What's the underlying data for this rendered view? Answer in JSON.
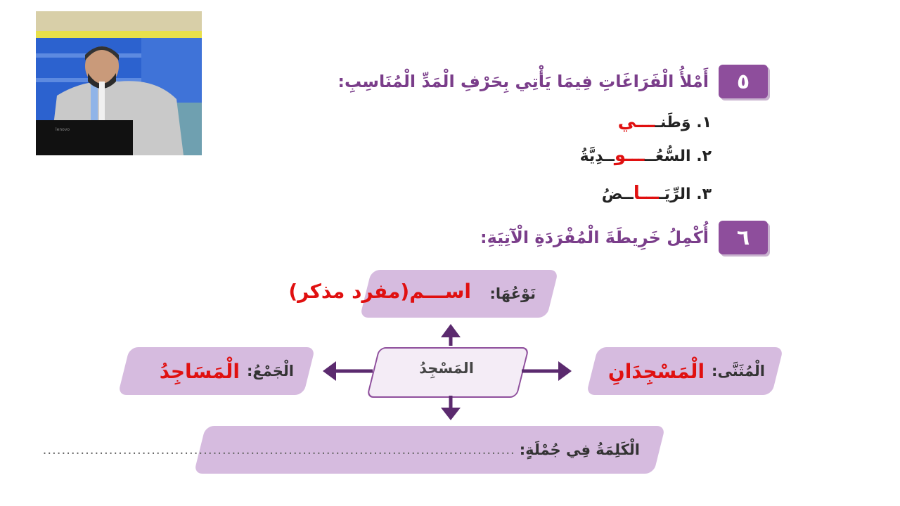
{
  "q5": {
    "number": "٥",
    "title": "أَمْلأُ الْفَرَاغَاتِ فِيمَا يَأْتِي بِحَرْفِ الْمَدِّ الْمُنَاسِبِ:",
    "items": [
      {
        "prefix": "١. وَطَنـ",
        "answer": "ـــي",
        "suffix": ""
      },
      {
        "prefix": "٢. السُّعُــ",
        "answer": "ـــو",
        "suffix": "ــدِيَّةُ"
      },
      {
        "prefix": "٣. الرِّيَـ",
        "answer": "ـــا",
        "suffix": "ــضُ"
      }
    ]
  },
  "q6": {
    "number": "٦",
    "title": "أُكْمِلُ خَرِيطَةَ الْمُفْرَدَةِ الْآتِيَةِ:"
  },
  "map": {
    "center": "المَسْجِدُ",
    "type_label": "نَوْعُهَا:",
    "type_answer": "اســـم(مفرد مذكر)",
    "dual_label": "الْمُثَنَّى:",
    "dual_answer": "الْمَسْجِدَانِ",
    "plural_label": "الْجَمْعُ:",
    "plural_answer": "الْمَسَاجِدُ",
    "sentence_label": "الْكَلِمَةُ فِي جُمْلَةٍ:"
  },
  "colors": {
    "badge": "#8e4e9c",
    "title": "#7a3d8a",
    "answer": "#e01010",
    "box": "#d6bbdf",
    "arrow": "#5b2a6e"
  }
}
